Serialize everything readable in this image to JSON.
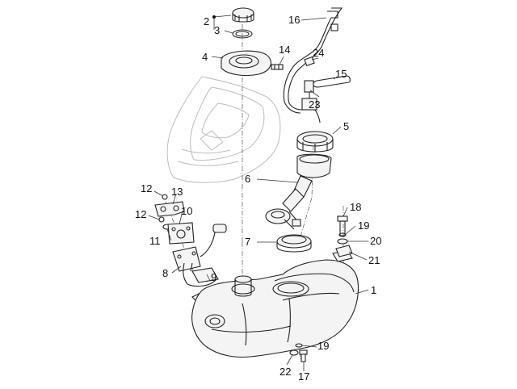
{
  "callouts": {
    "c1": "1",
    "c2": "2",
    "c3": "3",
    "c4": "4",
    "c5": "5",
    "c6": "6",
    "c7": "7",
    "c8": "8",
    "c9": "9",
    "c10": "10",
    "c11": "11",
    "c12a": "12",
    "c12b": "12",
    "c13": "13",
    "c14": "14",
    "c15": "15",
    "c16": "16",
    "c17": "17",
    "c18": "18",
    "c19a": "19",
    "c19b": "19",
    "c20": "20",
    "c21": "21",
    "c22": "22",
    "c23": "23",
    "c24": "24"
  }
}
